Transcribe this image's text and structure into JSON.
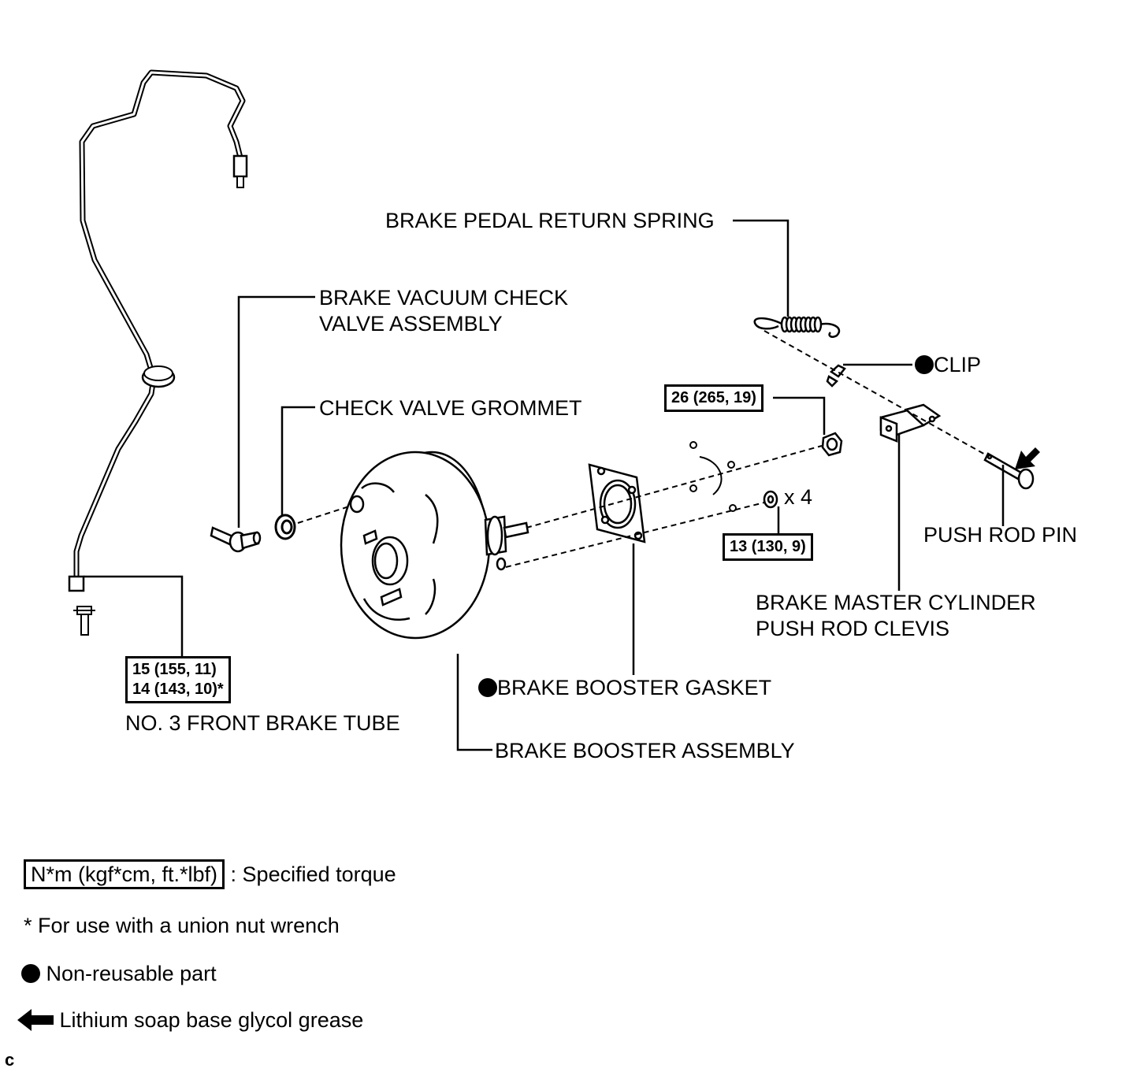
{
  "labels": {
    "spring": "BRAKE PEDAL RETURN SPRING",
    "check_valve_1": "BRAKE VACUUM CHECK",
    "check_valve_2": "VALVE ASSEMBLY",
    "grommet": "CHECK VALVE GROMMET",
    "clip": "CLIP",
    "push_rod_pin": "PUSH ROD PIN",
    "clevis_1": "BRAKE MASTER CYLINDER",
    "clevis_2": "PUSH ROD CLEVIS",
    "gasket": "BRAKE BOOSTER GASKET",
    "tube": "NO. 3 FRONT BRAKE TUBE",
    "booster": "BRAKE BOOSTER ASSEMBLY",
    "qty": "x 4"
  },
  "torques": {
    "nut_upper": "26 (265, 19)",
    "nut_lower": "13 (130, 9)",
    "tube_1": "15 (155, 11)",
    "tube_2": "14 (143, 10)*"
  },
  "legend": {
    "torque_box": "N*m (kgf*cm, ft.*lbf)",
    "torque_text": ": Specified torque",
    "wrench_note": "* For use with a union nut wrench",
    "nonreusable": "Non-reusable part",
    "grease": "Lithium soap base glycol grease"
  },
  "corner_mark": "c"
}
